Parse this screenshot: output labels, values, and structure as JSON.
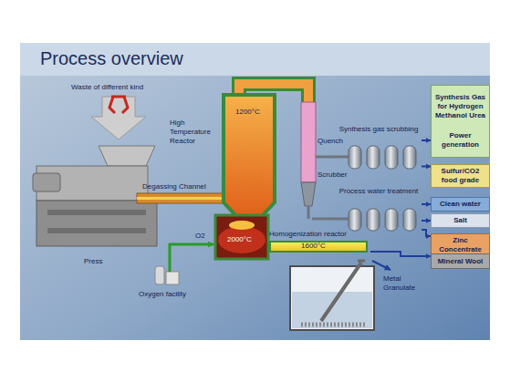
{
  "diagram": {
    "title": "Process overview",
    "nodes": [
      {
        "text": [
          "Synthesis gas scrubbing"
        ]
      },
      {
        "text": [
          "Process water treatment"
        ]
      },
      {
        "text": [
          "Homogenization reactor"
        ]
      },
      {
        "text": [
          "Synthesis Gas for Hydrogen Methanol Urea",
          "Power generation"
        ]
      },
      {
        "text": [
          "Sulfur/CO2 food grade"
        ]
      },
      {
        "text": [
          "Clean water"
        ]
      },
      {
        "text": [
          "Salt"
        ]
      },
      {
        "text": [
          "Zinc Concentrate"
        ]
      },
      {
        "text": [
          "Mineral Wool"
        ]
      }
    ],
    "edges": [
      {
        "from": 0,
        "to": 3,
        "arrow": "to"
      },
      {
        "from": 0,
        "to": 4,
        "arrow": "to"
      },
      {
        "from": 1,
        "to": 5,
        "arrow": "to"
      },
      {
        "from": 1,
        "to": 6,
        "arrow": "to"
      },
      {
        "from": 1,
        "to": 7,
        "arrow": "to"
      },
      {
        "from": 2,
        "to": 8,
        "arrow": "to"
      }
    ],
    "labels": [
      "Waste of different kind",
      "High Temperature Reactor",
      "1200°C",
      "Quench",
      "Scrubber",
      "Degassing Channel",
      "Press",
      "O2",
      "2000°C",
      "1600°C",
      "Oxygen facility",
      "Metal Granulate"
    ]
  }
}
